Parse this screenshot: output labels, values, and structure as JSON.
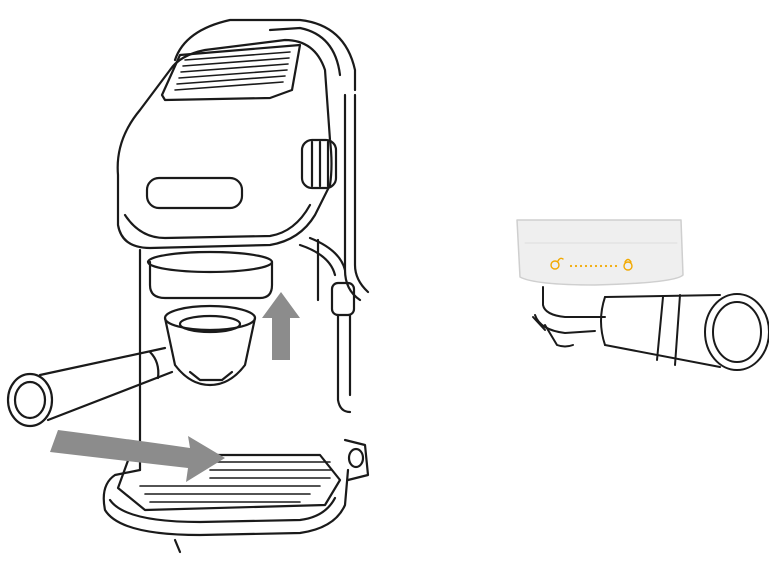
{
  "figures": [
    {
      "id": "machine",
      "icon": "espresso-machine-illustration",
      "arrows": [
        "rotate-handle-right-arrow",
        "lift-filter-up-arrow"
      ]
    },
    {
      "id": "detail",
      "icon": "portafilter-lock-detail-illustration",
      "indicator": [
        "unlock-icon",
        "lock-icon"
      ]
    }
  ],
  "colors": {
    "line": "#1a1a1a",
    "arrow": "#8c8c8c",
    "indicator": "#f2a900",
    "detail_body": "#efefef",
    "paper": "#ffffff"
  }
}
